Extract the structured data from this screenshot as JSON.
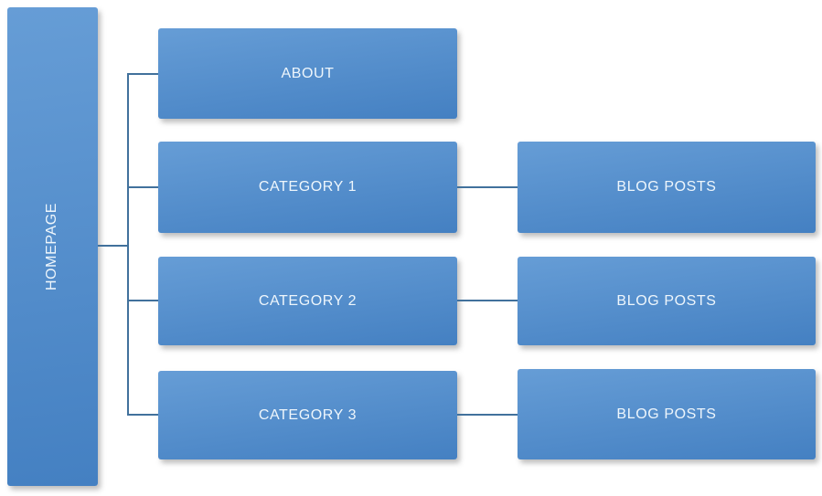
{
  "page": {
    "background": "#ffffff",
    "description": "Blog sitemap diagram"
  },
  "palette": {
    "node_gradient_top": "#669dd6",
    "node_gradient_bottom": "#4480c2",
    "node_text": "#eef6fc",
    "connector": "#41719c"
  },
  "nodes": {
    "homepage": {
      "label": "HOMEPAGE",
      "orientation": "vertical"
    },
    "about": {
      "label": "ABOUT",
      "orientation": "horizontal"
    },
    "category1": {
      "label": "CATEGORY 1",
      "orientation": "horizontal"
    },
    "category2": {
      "label": "CATEGORY 2",
      "orientation": "horizontal"
    },
    "category3": {
      "label": "CATEGORY 3",
      "orientation": "horizontal"
    },
    "blogposts1": {
      "label": "BLOG POSTS",
      "orientation": "horizontal"
    },
    "blogposts2": {
      "label": "BLOG POSTS",
      "orientation": "horizontal"
    },
    "blogposts3": {
      "label": "BLOG POSTS",
      "orientation": "horizontal"
    }
  },
  "edges": [
    {
      "from": "homepage",
      "to": "about"
    },
    {
      "from": "homepage",
      "to": "category1"
    },
    {
      "from": "homepage",
      "to": "category2"
    },
    {
      "from": "homepage",
      "to": "category3"
    },
    {
      "from": "category1",
      "to": "blogposts1"
    },
    {
      "from": "category2",
      "to": "blogposts2"
    },
    {
      "from": "category3",
      "to": "blogposts3"
    }
  ]
}
